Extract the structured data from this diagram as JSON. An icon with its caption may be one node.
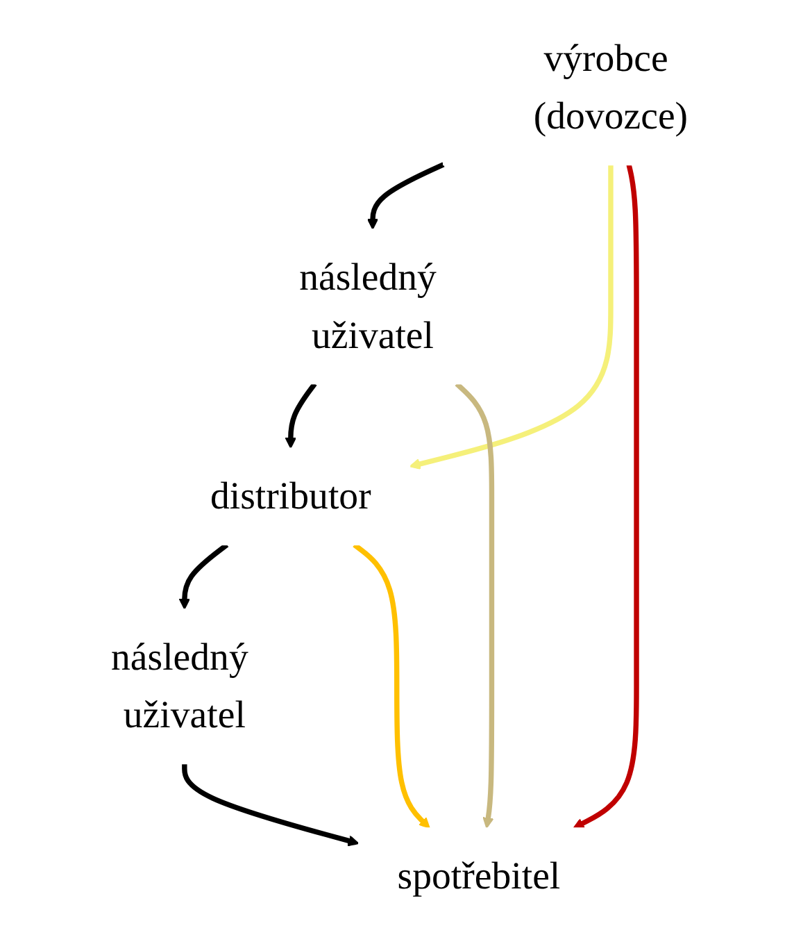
{
  "diagram": {
    "nodes": [
      {
        "text": [
          "výrobce (dovozce)"
        ]
      },
      {
        "text": [
          "následný uživatel"
        ]
      },
      {
        "text": [
          "distributor"
        ]
      },
      {
        "text": [
          "následný uživatel"
        ]
      },
      {
        "text": [
          "spotřebitel"
        ]
      }
    ],
    "edges": [
      {
        "from": 0,
        "to": 1,
        "arrow": "to"
      },
      {
        "from": 1,
        "to": 2,
        "arrow": "to"
      },
      {
        "from": 2,
        "to": 3,
        "arrow": "to"
      },
      {
        "from": 3,
        "to": 4,
        "arrow": "to"
      },
      {
        "from": 0,
        "to": 2,
        "arrow": "to",
        "color": "#f5f07a"
      },
      {
        "from": 0,
        "to": 4,
        "arrow": "to",
        "color": "#c00000"
      },
      {
        "from": 1,
        "to": 4,
        "arrow": "to",
        "color": "#c8b87f"
      },
      {
        "from": 2,
        "to": 4,
        "arrow": "to",
        "color": "#ffc000"
      }
    ]
  }
}
